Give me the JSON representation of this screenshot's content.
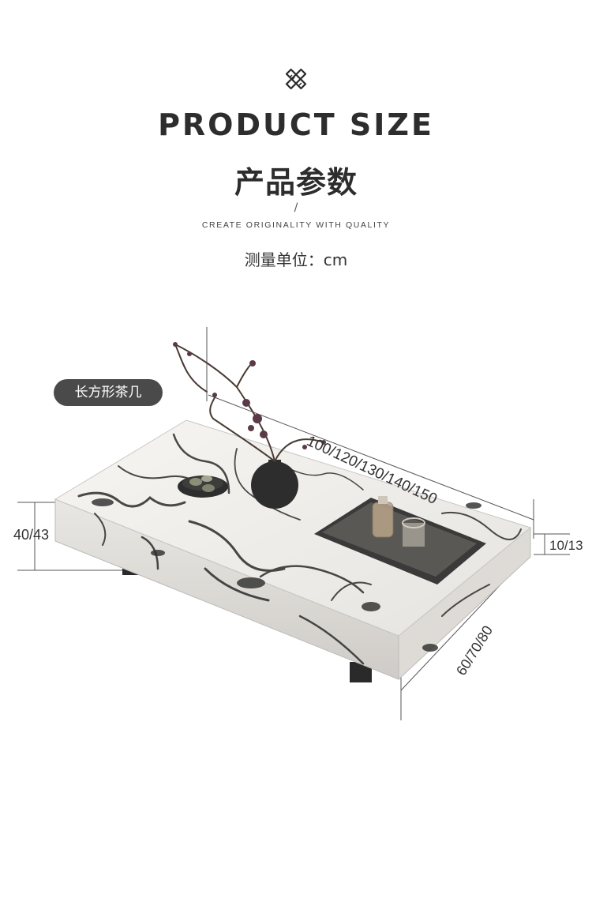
{
  "header": {
    "icon": "ruler-pencil-icon",
    "title_en": "PRODUCT SIZE",
    "title_cn": "产品参数",
    "slash": "/",
    "tagline": "CREATE ORIGINALITY WITH QUALITY",
    "unit_label": "测量单位：cm"
  },
  "product": {
    "name": "长方形茶几",
    "dimensions": {
      "length": "100/120/130/140/150",
      "height": "40/43",
      "thickness": "10/13",
      "width": "60/70/80"
    }
  },
  "colors": {
    "title": "#2d2d2d",
    "pill_bg": "#4a4a4a",
    "marble": "#f2f1ee",
    "vein": "#2b2b2b"
  }
}
